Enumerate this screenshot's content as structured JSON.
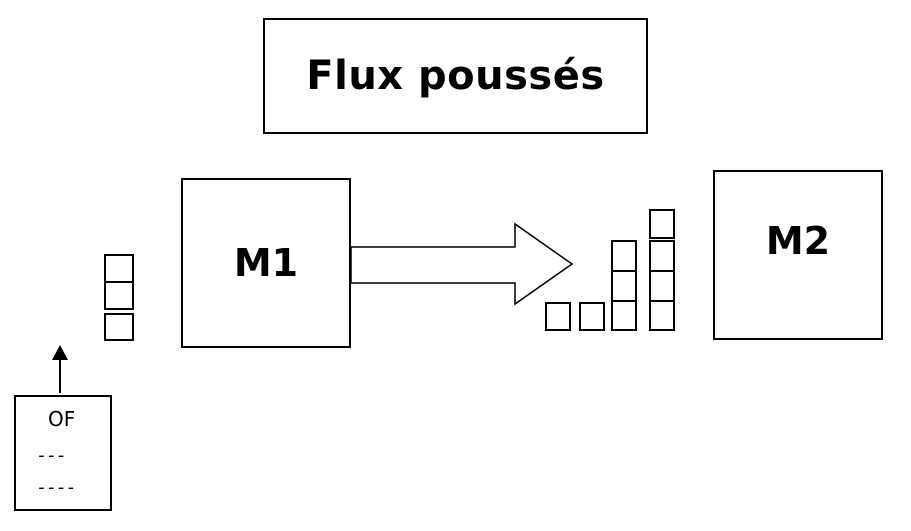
{
  "title": "Flux poussés",
  "machines": {
    "m1": "M1",
    "m2": "M2"
  },
  "order_card": {
    "title": "OF",
    "line1": "---",
    "line2": "----"
  },
  "colors": {
    "stroke": "#000000",
    "background": "#ffffff"
  },
  "icons": {
    "flow_arrow": "block-arrow-right",
    "up_arrow": "arrow-up"
  }
}
